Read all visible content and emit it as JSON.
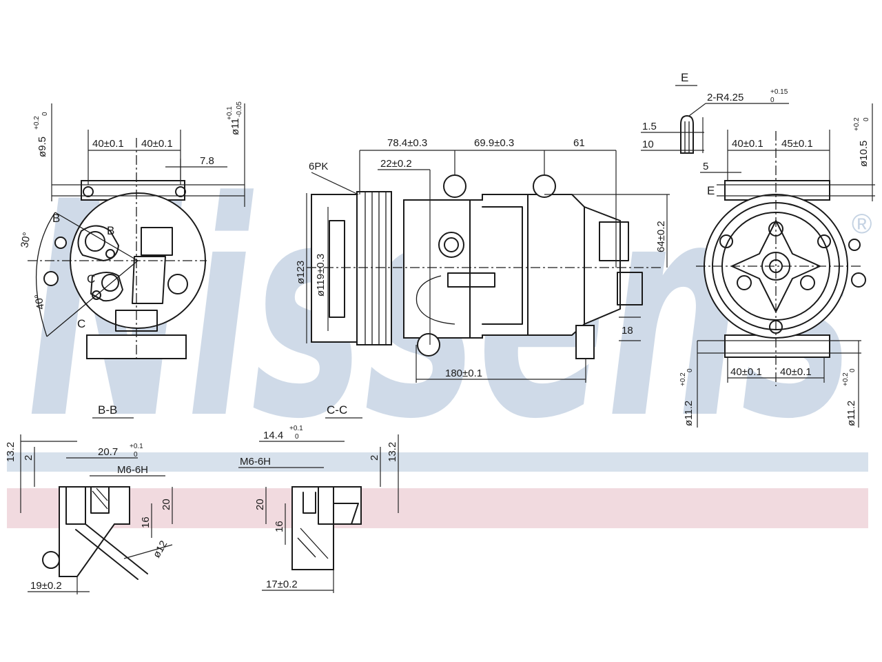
{
  "watermark": {
    "brand": "Nissens",
    "registered": "®",
    "color_blue": "#c5d3e3",
    "color_red": "#f0d6dc"
  },
  "sections": {
    "bb": "B-B",
    "cc": "C-C",
    "e": "E"
  },
  "left_view": {
    "dim_d95": "ø9.5",
    "dim_d95_tol_up": "+0.2",
    "dim_d95_tol_low": "0",
    "dim_40a": "40±0.1",
    "dim_40b": "40±0.1",
    "dim_78": "7.8",
    "dim_d11": "ø11",
    "dim_d11_tol_up": "+0.1",
    "dim_d11_tol_low": "-0.05",
    "angle30": "30°",
    "angle40": "40°",
    "label_b1": "B",
    "label_b2": "B",
    "label_c1": "C",
    "label_c2": "C"
  },
  "side_view": {
    "belt": "6PK",
    "dim_784": "78.4±0.3",
    "dim_699": "69.9±0.3",
    "dim_61": "61",
    "dim_22": "22±0.2",
    "dim_123": "ø123",
    "dim_119": "ø119±0.3",
    "dim_64": "64±0.2",
    "dim_18": "18",
    "dim_180": "180±0.1"
  },
  "detail_e": {
    "title": "E",
    "radius": "2-R4.25",
    "radius_tol_up": "+0.15",
    "radius_tol_low": "0",
    "dim_15": "1.5",
    "dim_10": "10"
  },
  "right_view": {
    "dim_40a": "40±0.1",
    "dim_45": "45±0.1",
    "dim_5": "5",
    "dim_d105": "ø10.5",
    "dim_d105_tol_up": "+0.2",
    "dim_d105_tol_low": "0",
    "label_e": "E",
    "dim_40b": "40±0.1",
    "dim_40c": "40±0.1",
    "dim_d112a": "ø11.2",
    "dim_d112b": "ø11.2",
    "dim_d112_tol_up": "+0.2",
    "dim_d112_tol_low": "0"
  },
  "section_bb": {
    "dim_132": "13.2",
    "dim_2": "2",
    "dim_207": "20.7",
    "dim_207_tol_up": "+0.1",
    "dim_207_tol_low": "0",
    "thread": "M6-6H",
    "dim_20": "20",
    "dim_16": "16",
    "dim_d12": "ø12",
    "dim_19": "19±0.2"
  },
  "section_cc": {
    "dim_144": "14.4",
    "dim_144_tol_up": "+0.1",
    "dim_144_tol_low": "0",
    "thread": "M6-6H",
    "dim_2": "2",
    "dim_132": "13.2",
    "dim_20": "20",
    "dim_16": "16",
    "dim_17": "17±0.2"
  }
}
